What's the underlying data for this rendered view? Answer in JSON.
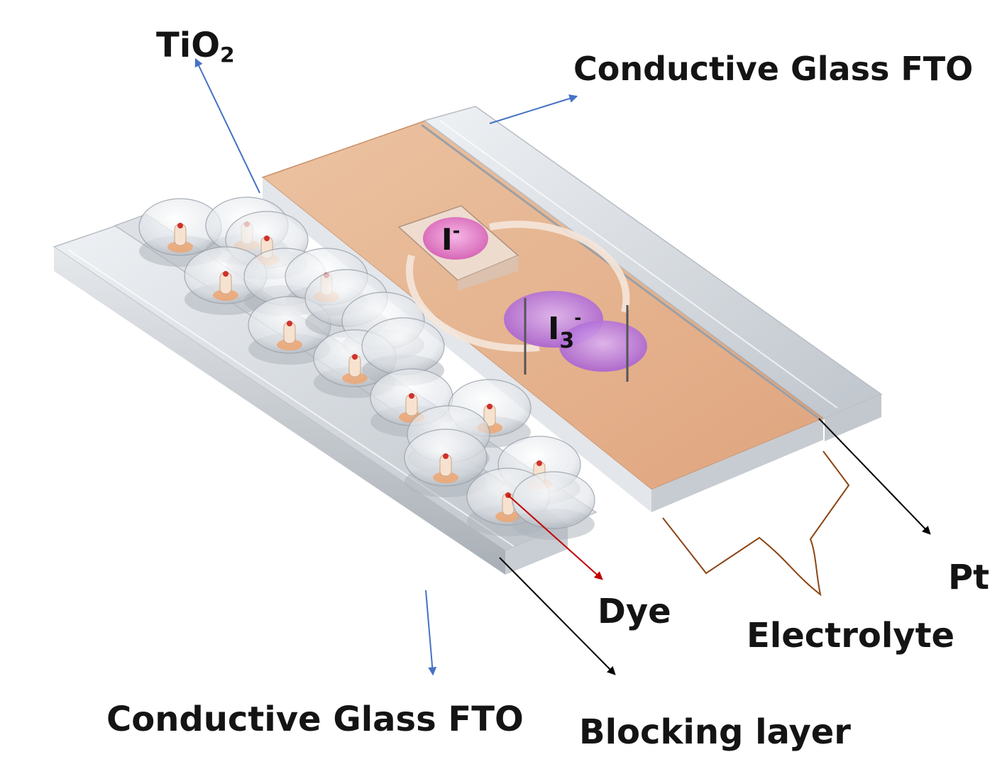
{
  "labels": {
    "tio2_main": "TiO",
    "tio2_sub": "2",
    "fto_top": "Conductive Glass FTO",
    "fto_bottom": "Conductive Glass FTO",
    "dye": "Dye",
    "blocking_layer": "Blocking layer",
    "pt": "Pt",
    "electrolyte": "Electrolyte"
  },
  "ions": {
    "iodide": "I",
    "iodide_charge": "-",
    "triiodide": "I",
    "triiodide_sub": "3",
    "triiodide_charge": "-"
  },
  "colors": {
    "blue_arrow": "#4472c4",
    "red_arrow": "#c00000",
    "black_arrow": "#000000",
    "electrolyte_fill": "#e8b48f",
    "brace": "#8b4513",
    "glass": "#d9dde2"
  }
}
